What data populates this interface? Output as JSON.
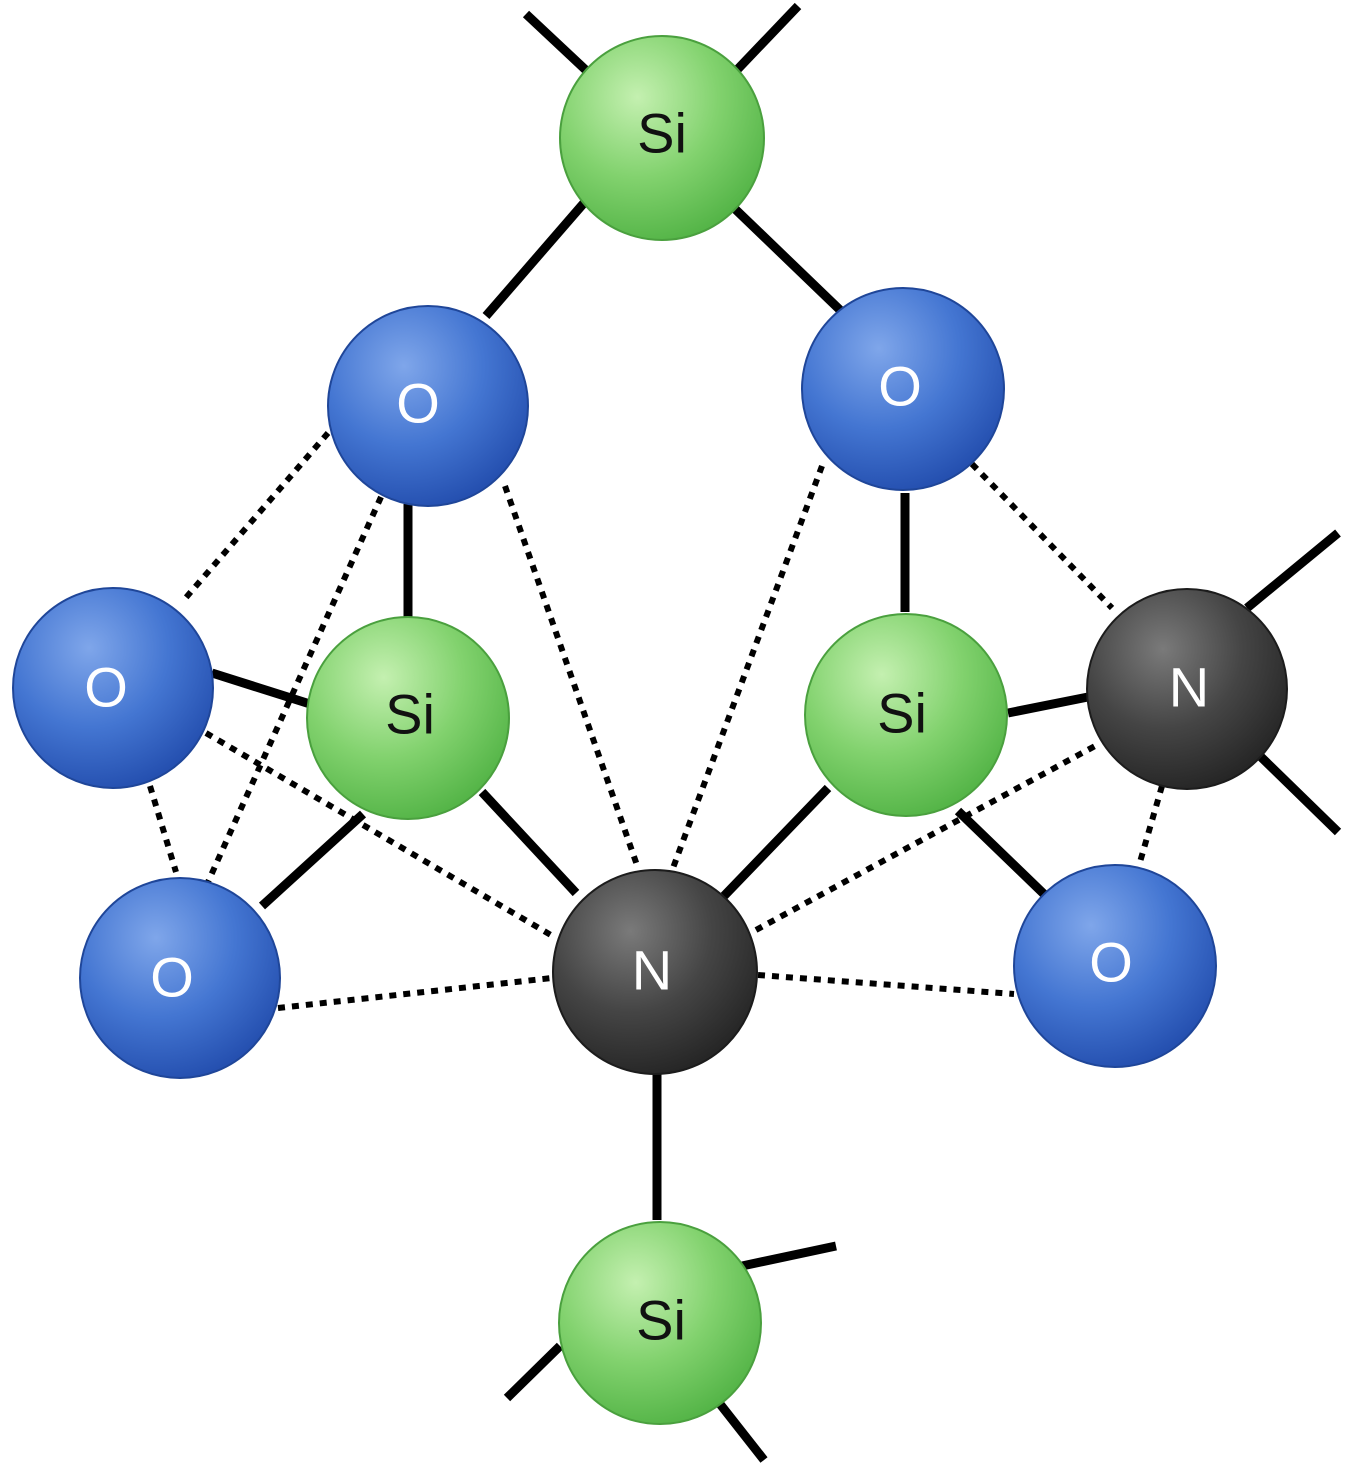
{
  "atoms": {
    "si_top": "Si",
    "o_upper_left": "O",
    "o_upper_right": "O",
    "o_left": "O",
    "si_left": "Si",
    "si_right": "Si",
    "n_right": "N",
    "o_lower_left": "O",
    "n_center": "N",
    "o_lower_right": "O",
    "si_bottom": "Si"
  },
  "colors": {
    "silicon": "#7ccf6c",
    "oxygen": "#3d6fc9",
    "nitrogen": "#3d3d3d"
  }
}
